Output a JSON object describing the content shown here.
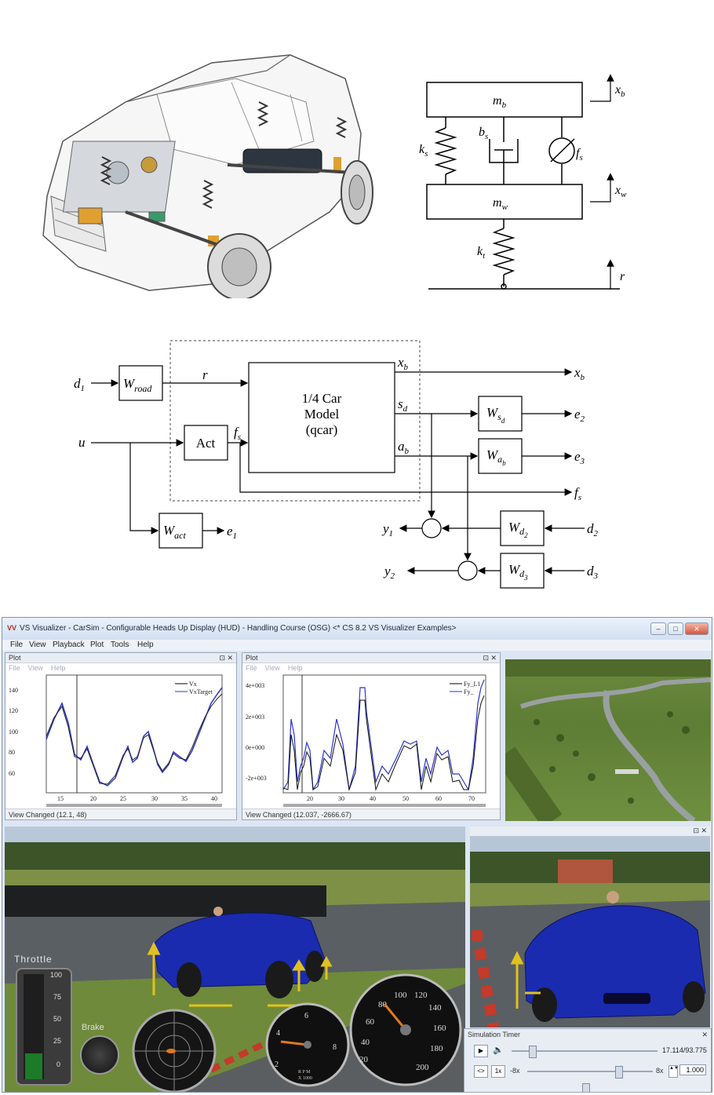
{
  "quarter_car": {
    "mb": "m",
    "mb_sub": "b",
    "mw": "m",
    "mw_sub": "w",
    "ks": "k",
    "ks_sub": "s",
    "bs": "b",
    "bs_sub": "s",
    "fs": "f",
    "fs_sub": "s",
    "kt": "k",
    "kt_sub": "t",
    "xb": "x",
    "xb_sub": "b",
    "xw": "x",
    "xw_sub": "w",
    "r": "r"
  },
  "block_diagram": {
    "d1": "d",
    "d1_sub": "1",
    "u": "u",
    "wroad": "W",
    "wroad_sub": "road",
    "r": "r",
    "act": "Act",
    "fs_in": "f",
    "fs_in_sub": "s",
    "model_line1": "1/4 Car",
    "model_line2": "Model",
    "model_line3": "(qcar)",
    "xb_out": "x",
    "xb_out_sub": "b",
    "sd_out": "s",
    "sd_out_sub": "d",
    "ab_out": "a",
    "ab_out_sub": "b",
    "xb_right": "x",
    "xb_right_sub": "b",
    "wsd": "W",
    "wsd_sub": "s",
    "wsd_subsub": "d",
    "wab": "W",
    "wab_sub": "a",
    "wab_subsub": "b",
    "e2": "e",
    "e2_sub": "2",
    "e3": "e",
    "e3_sub": "3",
    "fs_right": "f",
    "fs_right_sub": "s",
    "wact": "W",
    "wact_sub": "act",
    "e1": "e",
    "e1_sub": "1",
    "y1": "y",
    "y1_sub": "1",
    "y2": "y",
    "y2_sub": "2",
    "wd2": "W",
    "wd2_sub": "d",
    "wd2_subsub": "2",
    "wd3": "W",
    "wd3_sub": "d",
    "wd3_subsub": "3",
    "d2": "d",
    "d2_sub": "2",
    "d3": "d",
    "d3_sub": "3"
  },
  "window": {
    "title": "VS Visualizer - CarSim - Configurable Heads Up Display (HUD) - Handling Course (OSG) <* CS 8.2 VS Visualizer Examples>",
    "menu": [
      "File",
      "View",
      "Playback",
      "Plot",
      "Tools",
      "Help"
    ]
  },
  "plot1": {
    "title": "Plot",
    "menu": [
      "File",
      "View",
      "Help"
    ],
    "status": "View Changed (12.1, 48)",
    "legend": [
      "Vx",
      "VxTarget"
    ],
    "yticks": [
      "140",
      "120",
      "100",
      "80",
      "60"
    ],
    "xticks": [
      "15",
      "20",
      "25",
      "30",
      "35",
      "40"
    ]
  },
  "plot2": {
    "title": "Plot",
    "menu": [
      "File",
      "View",
      "Help"
    ],
    "status": "View Changed (12.037, -2666.67)",
    "legend": [
      "Fy_L1",
      "Fy_"
    ],
    "yticks": [
      "4e+003",
      "2e+003",
      "0e+000",
      "-2e+003"
    ],
    "xticks": [
      "20",
      "30",
      "40",
      "50",
      "60",
      "70"
    ]
  },
  "hud": {
    "throttle_label": "Throttle",
    "throttle_ticks": [
      "100",
      "75",
      "50",
      "25",
      "0"
    ],
    "throttle_level": 0.25,
    "brake_label": "Brake",
    "rpm_label": "R P M\nX 1000",
    "speed_ticks": [
      "20",
      "40",
      "60",
      "80",
      "100",
      "120",
      "140",
      "160",
      "180",
      "200"
    ],
    "rpm_ticks": [
      "2",
      "4",
      "6",
      "8"
    ]
  },
  "sim_timer": {
    "title": "Simulation Timer",
    "time_readout": "17.114/93.775",
    "speed_min": "-8x",
    "speed_max": "8x",
    "speed_value": "1.000",
    "loop_label": "<>",
    "one_x_label": "1x"
  },
  "colors": {
    "window_blue": "#dde6f2",
    "plot_blue": "#2b36c8",
    "car_blue": "#1a2bb0",
    "grass": "#6f8a3a"
  }
}
